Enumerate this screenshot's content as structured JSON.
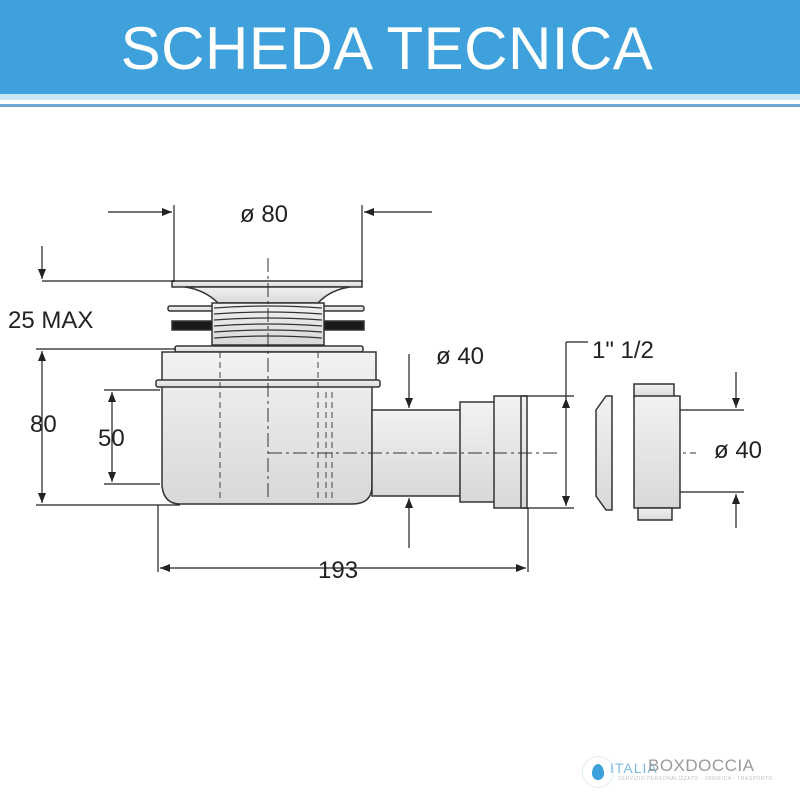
{
  "header": {
    "title": "SCHEDA TECNICA"
  },
  "dimensions": {
    "top_diameter": "ø 80",
    "max_height": "25 MAX",
    "body_height": "80",
    "inner_height": "50",
    "outlet_diameter": "ø 40",
    "thread_size": "1\" 1/2",
    "connector_diameter": "ø 40",
    "total_length": "193"
  },
  "logo": {
    "brand_a": "ITALIA",
    "brand_b": "BOXDOCCIA",
    "tagline": "SERVIZIO PERSONALIZZATO · VERIFICA · TRASPORTO"
  },
  "colors": {
    "header_bg": "#3ea1dc",
    "header_text": "#ffffff",
    "line": "#222222"
  }
}
